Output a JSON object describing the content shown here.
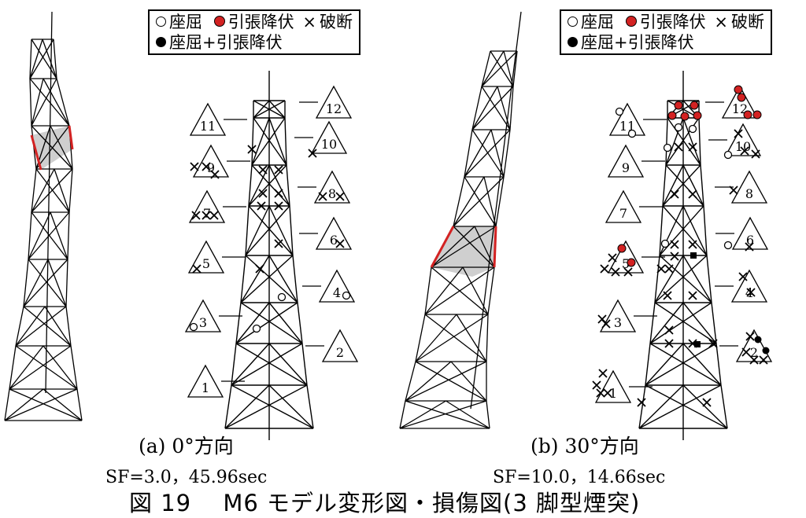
{
  "legend": {
    "buckling": "座屈",
    "tensile_yield": "引張降伏",
    "fracture": "破断",
    "buckling_plus_yield": "座屈+引張降伏",
    "x_glyph": "×"
  },
  "colors": {
    "tensile_yield": "#d32222",
    "collapsed_panel": "#cfcfcf",
    "failed_member": "#d32222"
  },
  "panel_numbers": [
    "1",
    "2",
    "3",
    "4",
    "5",
    "6",
    "7",
    "8",
    "9",
    "10",
    "11",
    "12"
  ],
  "panel_a": {
    "caption": "(a) 0°方向",
    "sf": "SF=3.0，45.96sec"
  },
  "panel_b": {
    "caption": "(b) 30°方向",
    "sf": "SF=10.0，14.66sec"
  },
  "figure_title": "図 19　 M6 モデル変形図・損傷図(3 脚型煙突)"
}
